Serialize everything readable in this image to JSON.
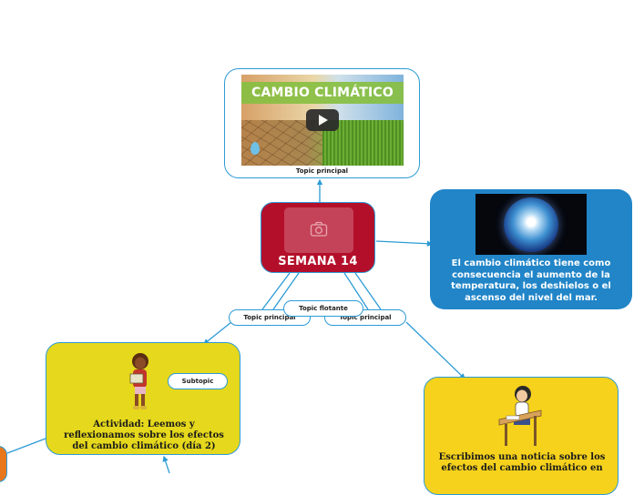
{
  "central": {
    "title": "SEMANA 14"
  },
  "video_node": {
    "banner_text": "CAMBIO CLIMÁTICO",
    "caption": "Topic principal"
  },
  "blue_node": {
    "text": "El cambio climático tiene como consecuencia el aumento de la temperatura, los deshielos o el ascenso del nivel del mar."
  },
  "labels": {
    "topic_left": "Topic principal",
    "topic_right": "Topic principal",
    "floating": "Topic flotante",
    "subtopic": "Subtopic"
  },
  "yellow_left": {
    "text": "Actividad: Leemos y reflexionamos sobre los efectos del cambio climático (día 2)"
  },
  "yellow_right": {
    "text": "Escribimos una noticia sobre los efectos del cambio climático en"
  },
  "colors": {
    "connector": "#2d9bd6",
    "central_bg": "#b40f2a",
    "blue_bg": "#2185c8",
    "yellow_left_bg": "#e6d81c",
    "yellow_right_bg": "#f6d21c",
    "orange_bg": "#e8771c"
  },
  "icons": [
    "camera-icon",
    "play-icon",
    "reading-girl-figure",
    "writing-girl-figure"
  ]
}
